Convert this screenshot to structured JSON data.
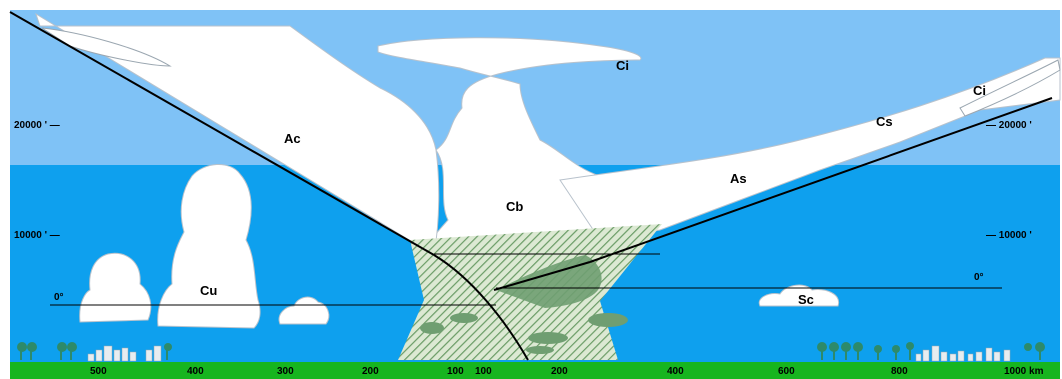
{
  "colors": {
    "frame": "#ffffff",
    "lower_sky": "#0ea0ee",
    "upper_sky": "#7fc2f6",
    "cloud": "#ffffff",
    "cloud_outline": "#b8c2cc",
    "ground": "#17b51f",
    "rain_hatch": "#6a9c66",
    "rain_fill": "#dce9d3",
    "cold_air": "#6f9e71",
    "tree": "#2d8a6a",
    "building": "#e7edf0"
  },
  "cloud_labels": {
    "ci_top": "Ci",
    "ci_right": "Ci",
    "cs": "Cs",
    "ac": "Ac",
    "as": "As",
    "cb": "Cb",
    "cu": "Cu",
    "sc": "Sc"
  },
  "altitude_labels": {
    "left_20000": "20000 ' —",
    "left_10000": "10000 ' —",
    "right_20000": "— 20000 '",
    "right_10000": "— 10000 '"
  },
  "freezing_level": {
    "left": "0°",
    "right": "0°"
  },
  "distance_axis": {
    "labels": [
      "500",
      "400",
      "300",
      "200",
      "100",
      "100",
      "200",
      "400",
      "600",
      "800",
      "1000 km"
    ]
  }
}
